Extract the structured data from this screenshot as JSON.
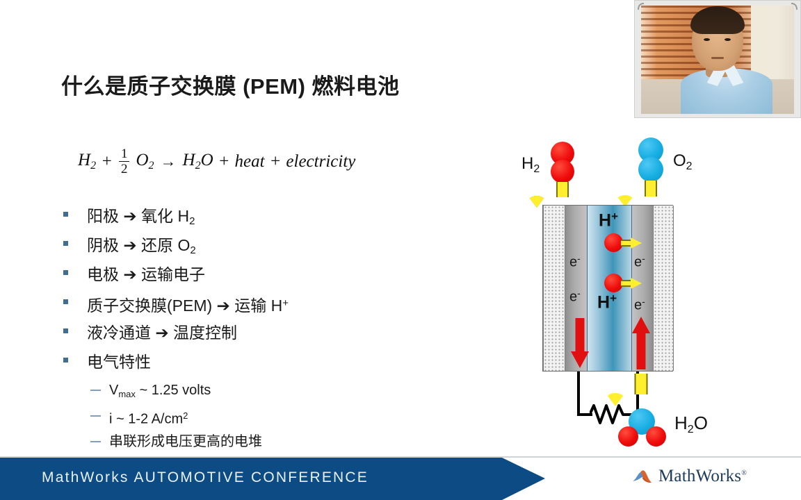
{
  "slide": {
    "title": "什么是质子交换膜 (PEM) 燃料电池",
    "equation": {
      "lhs_species": "H",
      "lhs_sub": "2",
      "plus1": "+",
      "frac_num": "1",
      "frac_den": "2",
      "o2": "O",
      "o2_sub": "2",
      "arrow": "→",
      "h2o": "H",
      "h2o_sub": "2",
      "h2o_tail": "O",
      "plus2": "+",
      "heat": "heat",
      "plus3": "+",
      "electricity": "electricity",
      "full_text": "H₂ + 1/2 O₂ → H₂O + heat + electricity"
    },
    "bullets": [
      {
        "text_before": "阳极  ➔  氧化 H",
        "sub": "2",
        "sup": ""
      },
      {
        "text_before": "阴极  ➔  还原 O",
        "sub": "2",
        "sup": ""
      },
      {
        "text_before": "电极  ➔  运输电子",
        "sub": "",
        "sup": ""
      },
      {
        "text_before": "质子交换膜(PEM)  ➔  运输 H",
        "sub": "",
        "sup": "+"
      },
      {
        "text_before": "液冷通道  ➔  温度控制",
        "sub": "",
        "sup": ""
      },
      {
        "text_before": "电气特性",
        "sub": "",
        "sup": ""
      }
    ],
    "sub_bullets": [
      {
        "text_before": "V",
        "sub": "max",
        "text_after": " ~ 1.25 volts",
        "sup": ""
      },
      {
        "text_before": "i ~ 1-2 A/cm",
        "sub": "",
        "text_after": "",
        "sup": "2"
      },
      {
        "text_before": "串联形成电压更高的电堆",
        "sub": "",
        "text_after": "",
        "sup": ""
      }
    ]
  },
  "diagram": {
    "label_h2": "H",
    "label_h2_sub": "2",
    "label_o2": "O",
    "label_o2_sub": "2",
    "label_h2o": "H",
    "label_h2o_sub": "2",
    "label_h2o_tail": "O",
    "label_hplus_top": "H",
    "label_hplus_top_sup": "+",
    "label_hplus_bottom": "H",
    "label_hplus_bottom_sup": "+",
    "label_e_left_top": "e",
    "label_e_left_top_sup": "-",
    "label_e_left_bottom": "e",
    "label_e_left_bottom_sup": "-",
    "label_e_right_top": "e",
    "label_e_right_top_sup": "-",
    "label_e_right_bottom": "e",
    "label_e_right_bottom_sup": "-",
    "colors": {
      "hydrogen": "#ee0b0b",
      "oxygen": "#17aee2",
      "gas_arrow": "#ffef2e",
      "electron_arrow": "#e01010",
      "membrane": "#3f95b8",
      "electrode": "#adadad",
      "plate": "#f2f2f2"
    }
  },
  "footer": {
    "banner_text": "MathWorks AUTOMOTIVE CONFERENCE",
    "logo_name": "MathWorks",
    "logo_reg": "®",
    "banner_color": "#0d4b84"
  }
}
